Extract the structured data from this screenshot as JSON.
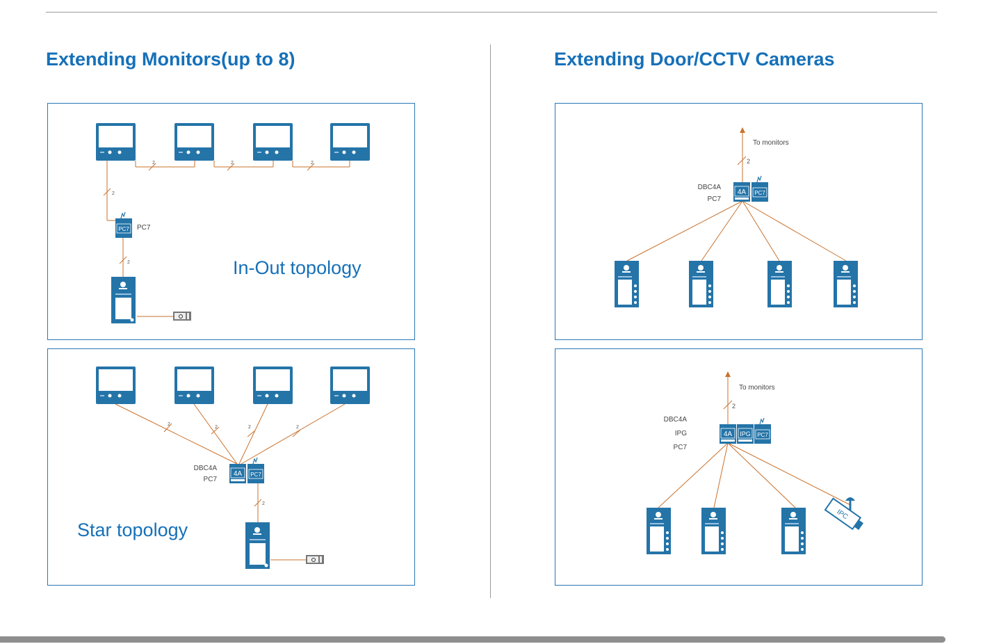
{
  "colors": {
    "accent": "#1670b8",
    "device": "#2474a8",
    "wire": "#c9722e",
    "panel_border": "#2a76b4"
  },
  "left": {
    "title": "Extending Monitors(up to 8)",
    "panel_inout": {
      "caption": "In-Out topology",
      "pc7_label": "PC7",
      "wire_count": "2",
      "devices": [
        "monitor",
        "monitor",
        "monitor",
        "monitor",
        "power-controller-pc7",
        "door-station",
        "door-lock"
      ]
    },
    "panel_star": {
      "caption": "Star topology",
      "module_labels": [
        "DBC4A",
        "PC7"
      ],
      "wire_count": "2",
      "devices": [
        "monitor",
        "monitor",
        "monitor",
        "monitor",
        "distributor-4a",
        "power-controller-pc7",
        "door-station",
        "door-lock"
      ]
    }
  },
  "right": {
    "title": "Extending Door/CCTV Cameras",
    "panel_doors": {
      "to_monitors": "To monitors",
      "module_labels": [
        "DBC4A",
        "PC7"
      ],
      "wire_count": "2",
      "devices": [
        "distributor-4a",
        "power-controller-pc7",
        "door-station",
        "door-station",
        "door-station",
        "door-station"
      ]
    },
    "panel_cctv": {
      "to_monitors": "To monitors",
      "module_labels": [
        "DBC4A",
        "IPG",
        "PC7"
      ],
      "wire_count": "2",
      "devices": [
        "distributor-4a",
        "ip-gateway-ipg",
        "power-controller-pc7",
        "door-station",
        "door-station",
        "door-station",
        "ip-camera"
      ]
    }
  },
  "device_text": {
    "dbc4a": "4A",
    "pc7": "PC7",
    "ipg": "IPG",
    "ipc": "IPC"
  }
}
